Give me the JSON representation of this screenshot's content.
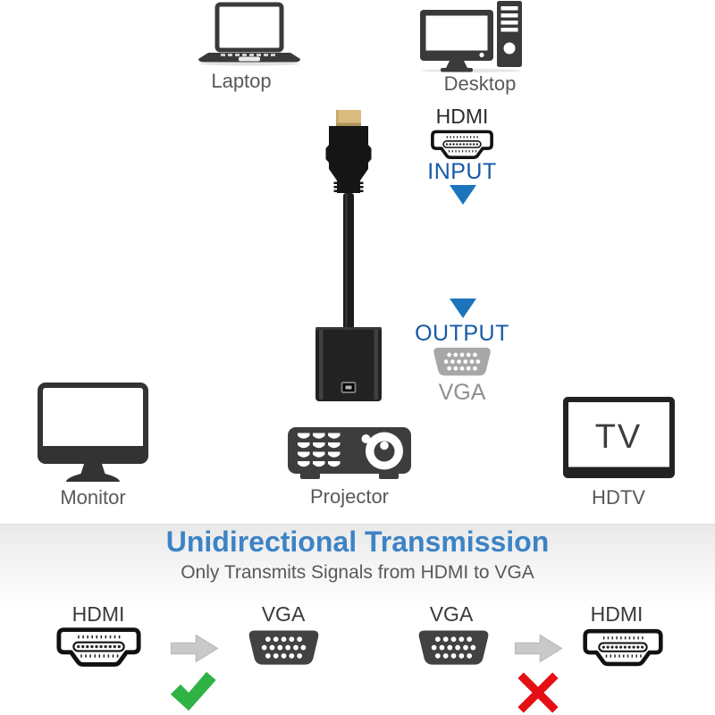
{
  "top_devices": {
    "laptop_label": "Laptop",
    "desktop_label": "Desktop"
  },
  "input_section": {
    "port_label": "HDMI",
    "direction_label": "INPUT"
  },
  "output_section": {
    "direction_label": "OUTPUT",
    "port_label": "VGA"
  },
  "bottom_devices": {
    "monitor_label": "Monitor",
    "projector_label": "Projector",
    "tv_screen_text": "TV",
    "hdtv_label": "HDTV"
  },
  "banner": {
    "title": "Unidirectional Transmission",
    "subtitle": "Only Transmits Signals from HDMI to VGA"
  },
  "comparison": {
    "allowed_from": "HDMI",
    "allowed_to": "VGA",
    "blocked_from": "VGA",
    "blocked_to": "HDMI"
  },
  "colors": {
    "heading_blue": "#3c83c6",
    "direction_blue": "#1659a7",
    "arrow_blue": "#1c75bc",
    "icon_dark_gray": "#3a3a3a",
    "label_gray": "#595959",
    "vga_light_gray": "#a7a7a7",
    "vga_dark_gray": "#424242",
    "flow_arrow_gray": "#c9c9c9",
    "check_green": "#2eb344",
    "cross_red": "#e50f15",
    "connector_gold": "#d9bc7e"
  }
}
